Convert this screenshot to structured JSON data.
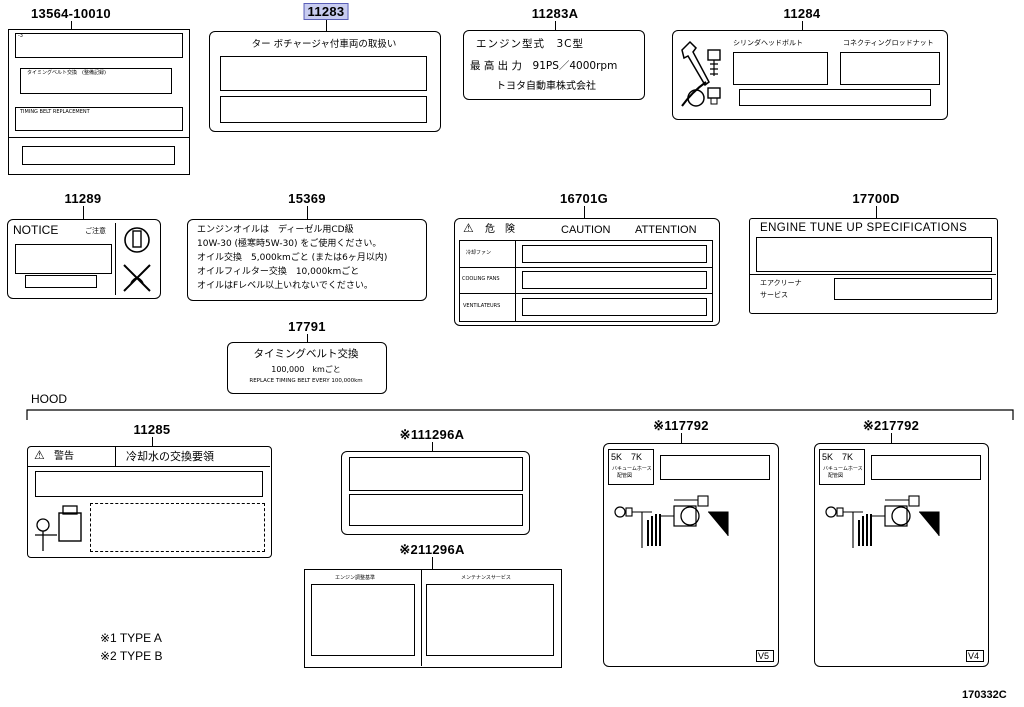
{
  "parts": {
    "p13564": "13564-10010",
    "p11283": "11283",
    "p11283a": "11283A",
    "p11284": "11284",
    "p11289": "11289",
    "p15369": "15369",
    "p16701g": "16701G",
    "p17700d": "17700D",
    "p17791": "17791",
    "p11285": "11285",
    "p111296a": "※111296A",
    "p211296a": "※211296A",
    "p117792": "※117792",
    "p217792": "※217792"
  },
  "labels": {
    "l13564": {
      "small_mark": "-3",
      "line1": "タイミングベルト交換　(整備記録)",
      "line2": "TIMING BELT REPLACEMENT"
    },
    "l11283": {
      "title": "ター ボチャージャ付車両の取扱い"
    },
    "l11283a": {
      "line1": "エンジン型式　3C型",
      "line2": "最 高 出 力　91PS／4000rpm",
      "line3": "トヨタ自動車株式会社"
    },
    "l11284": {
      "col1": "シリンダヘッドボルト",
      "col2": "コネクティングロッドナット"
    },
    "l11289": {
      "notice": "NOTICE",
      "caution_jp": "ご注意"
    },
    "l15369": {
      "line1": "エンジンオイルは　ディーゼル用CD級",
      "line2": "10W-30 (極寒時5W-30) をご使用ください。",
      "line3": "オイル交換　5,000kmごと (または6ヶ月以内)",
      "line4": "オイルフィルター交換　10,000kmごと",
      "line5": "オイルはFレベル以上いれないでください。"
    },
    "l16701g": {
      "warn_mark": "⚠",
      "kiken": "危　険",
      "caution": "CAUTION",
      "attention": "ATTENTION",
      "row1": "冷却ファン",
      "row2": "COOLING FANS",
      "row3": "VENTILATEURS"
    },
    "l17700d": {
      "title": "ENGINE TUNE UP SPECIFICATIONS",
      "ac1": "エアクリーナ",
      "ac2": "サービス"
    },
    "l17791": {
      "line1": "タイミングベルト交換",
      "line2": "100,000　kmごと",
      "line3": "REPLACE TIMING BELT EVERY 100,000km"
    },
    "l11285": {
      "warn_mark": "⚠",
      "keikoku": "警告",
      "title": "冷却水の交換要領"
    },
    "l211296a": {
      "col1": "エンジン調整基準",
      "col2": "メンテナンスサービス"
    },
    "l117792": {
      "sk": "5K　7K",
      "hose1": "バキュームホース",
      "hose2": "配管図",
      "variant": "V5"
    },
    "l217792": {
      "sk": "5K　7K",
      "hose1": "バキュームホース",
      "hose2": "配管図",
      "variant": "V4"
    }
  },
  "group_label": "HOOD",
  "legend": {
    "type_a": "※1  TYPE  A",
    "type_b": "※2  TYPE  B"
  },
  "diagram_id": "170332C"
}
